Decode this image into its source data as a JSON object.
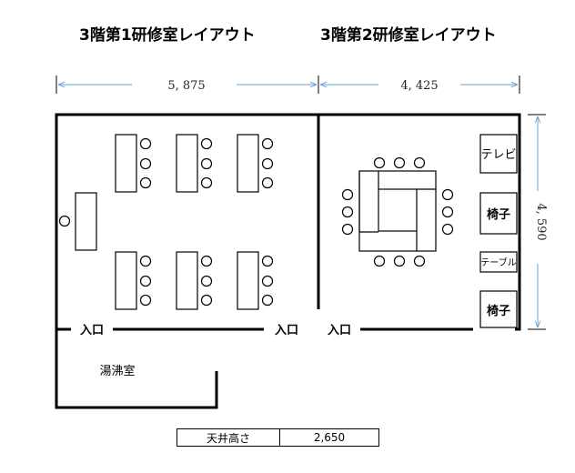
{
  "titles": {
    "room1": "3階第1研修室レイアウト",
    "room2": "3階第2研修室レイアウト"
  },
  "dimensions": {
    "room1_width": "5, 875",
    "room2_width": "4, 425",
    "depth": "4, 590"
  },
  "labels": {
    "entrance": "入口",
    "kitchenette": "湯沸室",
    "tv": "テレビ",
    "chair": "椅子",
    "table": "テーブル"
  },
  "info": {
    "ceiling_label": "天井高さ",
    "ceiling_value": "2,650"
  },
  "colors": {
    "wall": "#000000",
    "dimension_line": "#6a9fd4"
  }
}
